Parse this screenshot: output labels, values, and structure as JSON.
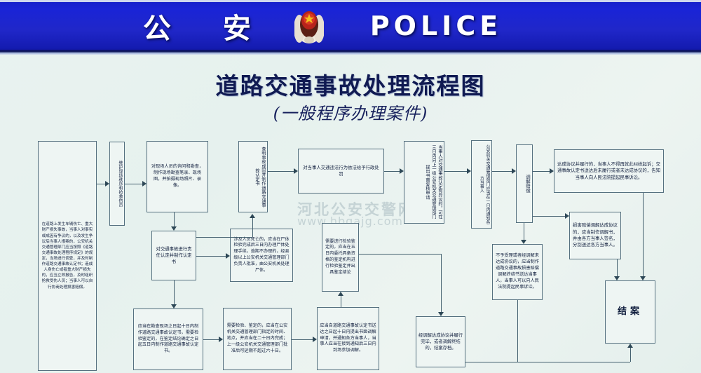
{
  "banner": {
    "word1": "公",
    "word2": "安",
    "emblem_name": "police-badge-emblem",
    "english": "POLICE",
    "bg_color": "#1a24d6"
  },
  "title": {
    "main": "道路交通事故处理流程图",
    "sub": "(一般程序办理案件)"
  },
  "watermark": {
    "line1": "河北公安交警网",
    "line2": "www.hbgajg.com"
  },
  "chart_data": {
    "type": "diagram",
    "title": "道路交通事故处理流程图",
    "subtitle": "(一般程序办理案件)",
    "nodes": [
      {
        "id": "n1",
        "label": "在道路上发生车辆伤亡、重大财产损失事故，当事人对事实或成因有争议的，以及发生争议后当事人报案的，公安机关交通管理部门应当按照《道路交通事故处理程序规定》的规定，当场进行调查，并及时制作道路交通事故认定书；造成人身伤亡或者重大财产损失的，应当立即报告，及时组织抢救受伤人员；当事人可以自行协商处理损害赔偿。",
        "orientation": "horizontal"
      },
      {
        "id": "n2",
        "label": "维护现场秩序和抢救伤员",
        "orientation": "vertical"
      },
      {
        "id": "n3",
        "label": "对现场人员的询问和勘查，制作现场勘查笔录、现场图，并拍摄现场照片、录像。",
        "orientation": "horizontal"
      },
      {
        "id": "n4",
        "label": "查明事故成因并制作道路交通事故认定书",
        "orientation": "vertical"
      },
      {
        "id": "n5",
        "label": "对当事人交通违法行为依法给予行政处罚",
        "orientation": "horizontal"
      },
      {
        "id": "n6",
        "label": "当事人对交通事故认定有异议的，可在三日内向上一级公安机关交通管理部门提出书面复核申请",
        "orientation": "vertical"
      },
      {
        "id": "n7",
        "label": "公安机关交通管理部门应当在一日内通知各方当事人",
        "orientation": "vertical"
      },
      {
        "id": "n8",
        "label": "调解赔偿",
        "orientation": "vertical"
      },
      {
        "id": "n9",
        "label": "达成协议并履行的，当事人不得再就此纠纷起诉；交通事故认定书送达后未履行或者未达成协议的，告知当事人向人民法院提起民事诉讼。",
        "orientation": "horizontal"
      },
      {
        "id": "n10",
        "label": "对交通事故进行责任认定并制作认定书",
        "orientation": "horizontal"
      },
      {
        "id": "n11",
        "label": "涉及人员死亡的，应当在尸体检验完成后三日内办理尸体处理手续，逾期不办理的，经县级以上公安机关交通管理部门负责人批准，由公安机关处理尸体。",
        "orientation": "horizontal"
      },
      {
        "id": "n12",
        "label": "需要进行检验鉴定的，应当在五日内委托具备资格的鉴定机构进行检验鉴定并出具鉴定结论",
        "orientation": "horizontal"
      },
      {
        "id": "n13",
        "label": "应当在勘查现场之日起十日内制作道路交通事故认定书，需要检验鉴定的，在鉴定结论确定之日起五日内制作道路交通事故认定书。",
        "orientation": "horizontal"
      },
      {
        "id": "n14",
        "label": "需要检验、鉴定的，应当在公安机关交通管理部门指定的时间、地点，并应当在二十日内完成；上一级公安机关交通管理部门批准后可延期不超过六十日。",
        "orientation": "horizontal"
      },
      {
        "id": "n15",
        "label": "应当自道路交通事故认定书送达之日起十日内提出书面调解申请，并通知各方当事人，当事人应当在接到通知后三日内到场参加调解。",
        "orientation": "horizontal"
      },
      {
        "id": "n16",
        "label": "不予受理或者经调解未达成协议的，应当制作道路交通事故损害赔偿调解终结书送达当事人，当事人可以向人民法院提起民事诉讼。",
        "orientation": "horizontal"
      },
      {
        "id": "n17",
        "label": "损害赔偿调解达成协议的，应当制作调解书，并由各方当事人签名，分别送达各方当事人。",
        "orientation": "horizontal"
      },
      {
        "id": "n18",
        "label": "经调解达成协议并履行完毕，或者调解终结的，结案存档。",
        "orientation": "horizontal"
      },
      {
        "id": "n19",
        "label": "结案",
        "orientation": "horizontal",
        "style": "big"
      }
    ]
  }
}
